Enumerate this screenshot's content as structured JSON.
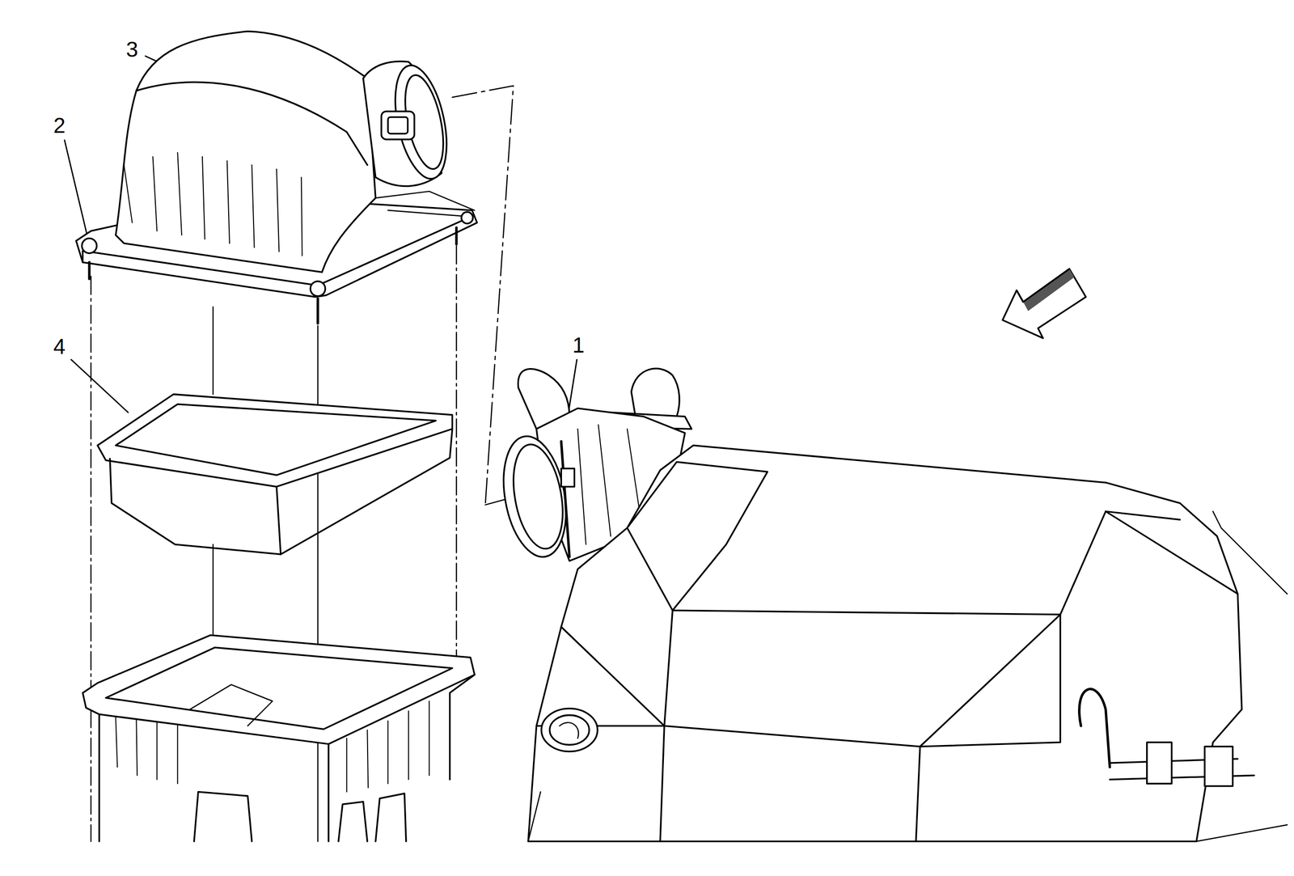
{
  "diagram": {
    "labels": [
      "3",
      "2",
      "4",
      "1"
    ]
  }
}
